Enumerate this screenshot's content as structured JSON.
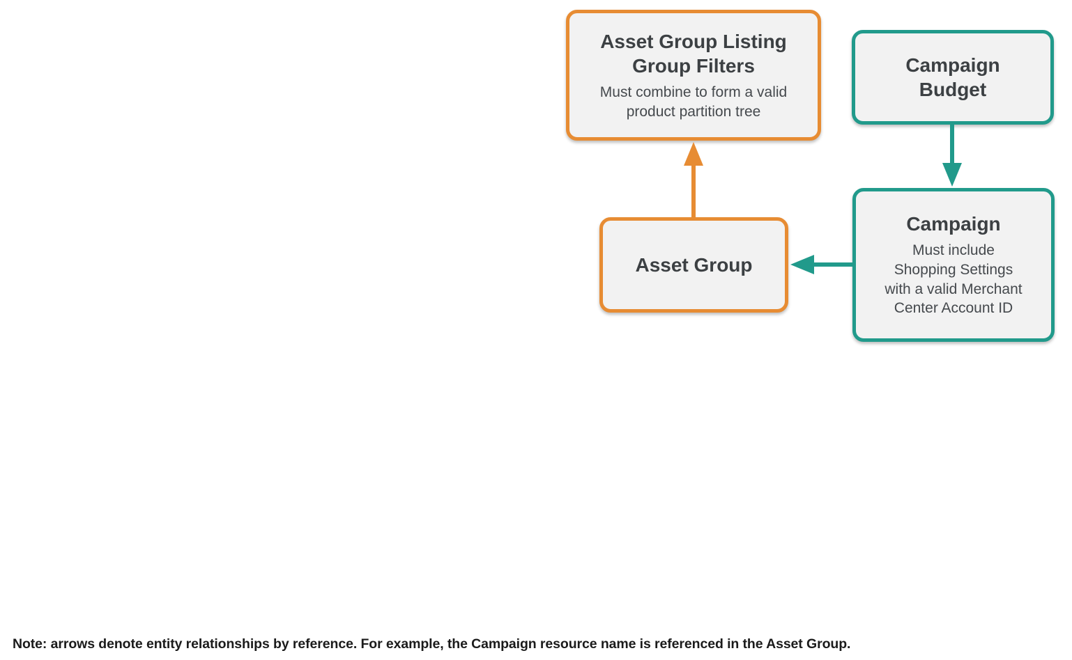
{
  "colors": {
    "orange": "#E78C33",
    "teal": "#219A8B",
    "box_fill": "#F2F2F2",
    "text": "#3C4043",
    "subtext": "#45494D",
    "note": "#1B1B1B",
    "bg": "#FFFFFF"
  },
  "diagram": {
    "nodes": {
      "listing_group_filters": {
        "title": [
          "Asset Group Listing",
          "Group Filters"
        ],
        "subtitle": [
          "Must combine to form a valid",
          "product partition tree"
        ],
        "accent": "orange"
      },
      "campaign_budget": {
        "title": [
          "Campaign",
          "Budget"
        ],
        "accent": "teal"
      },
      "asset_group": {
        "title": [
          "Asset Group"
        ],
        "accent": "orange"
      },
      "campaign": {
        "title": [
          "Campaign"
        ],
        "subtitle": [
          "Must include",
          "Shopping Settings",
          "with a valid Merchant",
          "Center Account ID"
        ],
        "accent": "teal"
      }
    },
    "edges": [
      {
        "from": "asset_group",
        "to": "listing_group_filters",
        "color": "orange",
        "direction": "up"
      },
      {
        "from": "campaign_budget",
        "to": "campaign",
        "color": "teal",
        "direction": "down"
      },
      {
        "from": "campaign",
        "to": "asset_group",
        "color": "teal",
        "direction": "left"
      }
    ]
  },
  "footnote": {
    "text": "Note: arrows denote entity relationships by reference. For example, the Campaign resource name is referenced in the Asset Group."
  }
}
